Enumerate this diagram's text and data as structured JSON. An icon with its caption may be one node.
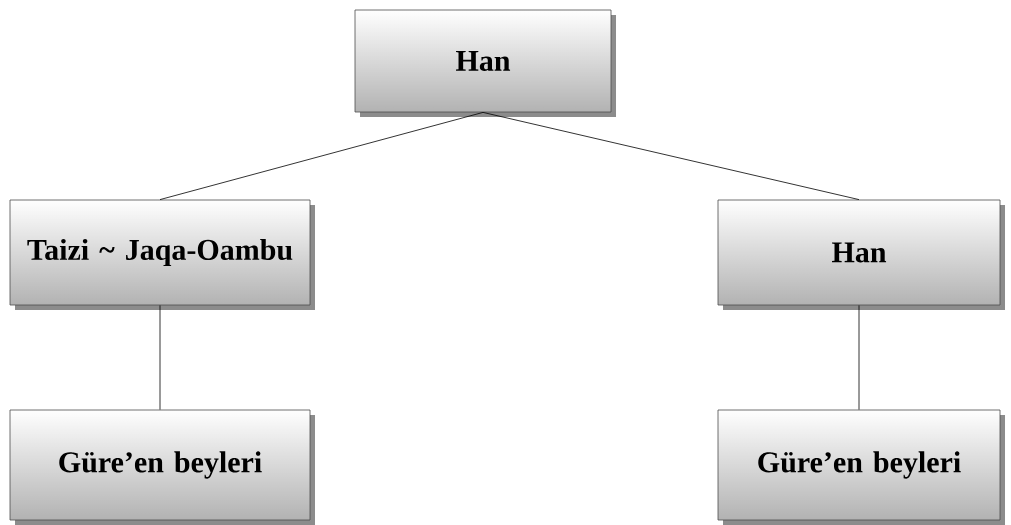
{
  "diagram": {
    "nodes": [
      {
        "text": [
          "Han"
        ]
      },
      {
        "text": [
          "Taizi ~ Jaqa-Oambu"
        ]
      },
      {
        "text": [
          "Han"
        ]
      },
      {
        "text": [
          "Güre’en beyleri"
        ]
      },
      {
        "text": [
          "Güre’en beyleri"
        ]
      }
    ],
    "edges": [
      {
        "from": 0,
        "to": 1,
        "arrow": "none"
      },
      {
        "from": 0,
        "to": 2,
        "arrow": "none"
      },
      {
        "from": 1,
        "to": 3,
        "arrow": "none"
      },
      {
        "from": 2,
        "to": 4,
        "arrow": "none"
      }
    ]
  }
}
